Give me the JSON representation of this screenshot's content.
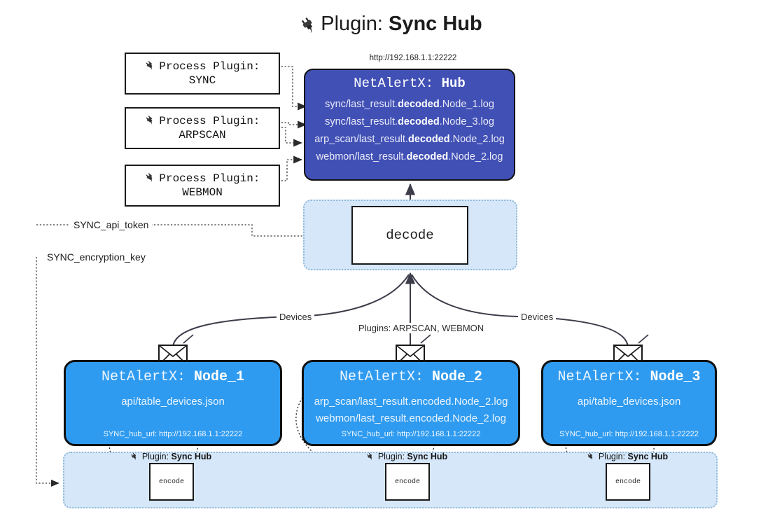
{
  "page": {
    "title_prefix": "Plugin: ",
    "title_name": "Sync Hub",
    "plug_icon": "plug-icon",
    "hub_url": "http://192.168.1.1:22222"
  },
  "process_plugins": [
    {
      "line1": "Process Plugin:",
      "line2": "SYNC"
    },
    {
      "line1": "Process Plugin:",
      "line2": "ARPSCAN"
    },
    {
      "line1": "Process Plugin:",
      "line2": "WEBMON"
    }
  ],
  "hub": {
    "title_prefix": "NetAlertX: ",
    "title_name": "Hub",
    "logs": [
      {
        "pre": "sync/last_result.",
        "bold": "decoded",
        "post": ".Node_1.log"
      },
      {
        "pre": "sync/last_result.",
        "bold": "decoded",
        "post": ".Node_3.log"
      },
      {
        "pre": "arp_scan/last_result.",
        "bold": "decoded",
        "post": ".Node_2.log"
      },
      {
        "pre": "webmon/last_result.",
        "bold": "decoded",
        "post": ".Node_2.log"
      }
    ]
  },
  "decode": {
    "label": "decode"
  },
  "keys": [
    {
      "label": "SYNC_api_token"
    },
    {
      "label": "SYNC_encryption_key"
    }
  ],
  "edge_labels": {
    "left_devices": "Devices",
    "center_plugins": "Plugins: ARPSCAN, WEBMON",
    "right_devices": "Devices"
  },
  "nodes": [
    {
      "title_prefix": "NetAlertX: ",
      "title_name": "Node_1",
      "lines": [
        "api/table_devices.json"
      ],
      "hub_url_label": "SYNC_hub_url: http://192.168.1.1:22222"
    },
    {
      "title_prefix": "NetAlertX: ",
      "title_name": "Node_2",
      "lines": [
        "arp_scan/last_result.encoded.Node_2.log",
        "webmon/last_result.encoded.Node_2.log"
      ],
      "hub_url_label": "SYNC_hub_url: http://192.168.1.1:22222"
    },
    {
      "title_prefix": "NetAlertX: ",
      "title_name": "Node_3",
      "lines": [
        "api/table_devices.json"
      ],
      "hub_url_label": "SYNC_hub_url: http://192.168.1.1:22222"
    }
  ],
  "encoders": [
    {
      "label": "encode",
      "plugin_prefix": "Plugin: ",
      "plugin_name": "Sync Hub"
    },
    {
      "label": "encode",
      "plugin_prefix": "Plugin: ",
      "plugin_name": "Sync Hub"
    },
    {
      "label": "encode",
      "plugin_prefix": "Plugin: ",
      "plugin_name": "Sync Hub"
    }
  ],
  "colors": {
    "hub_fill": "#4150b5",
    "node_fill": "#2f9bf0",
    "container_fill": "#d5e7f9",
    "container_border": "#8fb8d8",
    "stroke": "#1a1a1a"
  }
}
